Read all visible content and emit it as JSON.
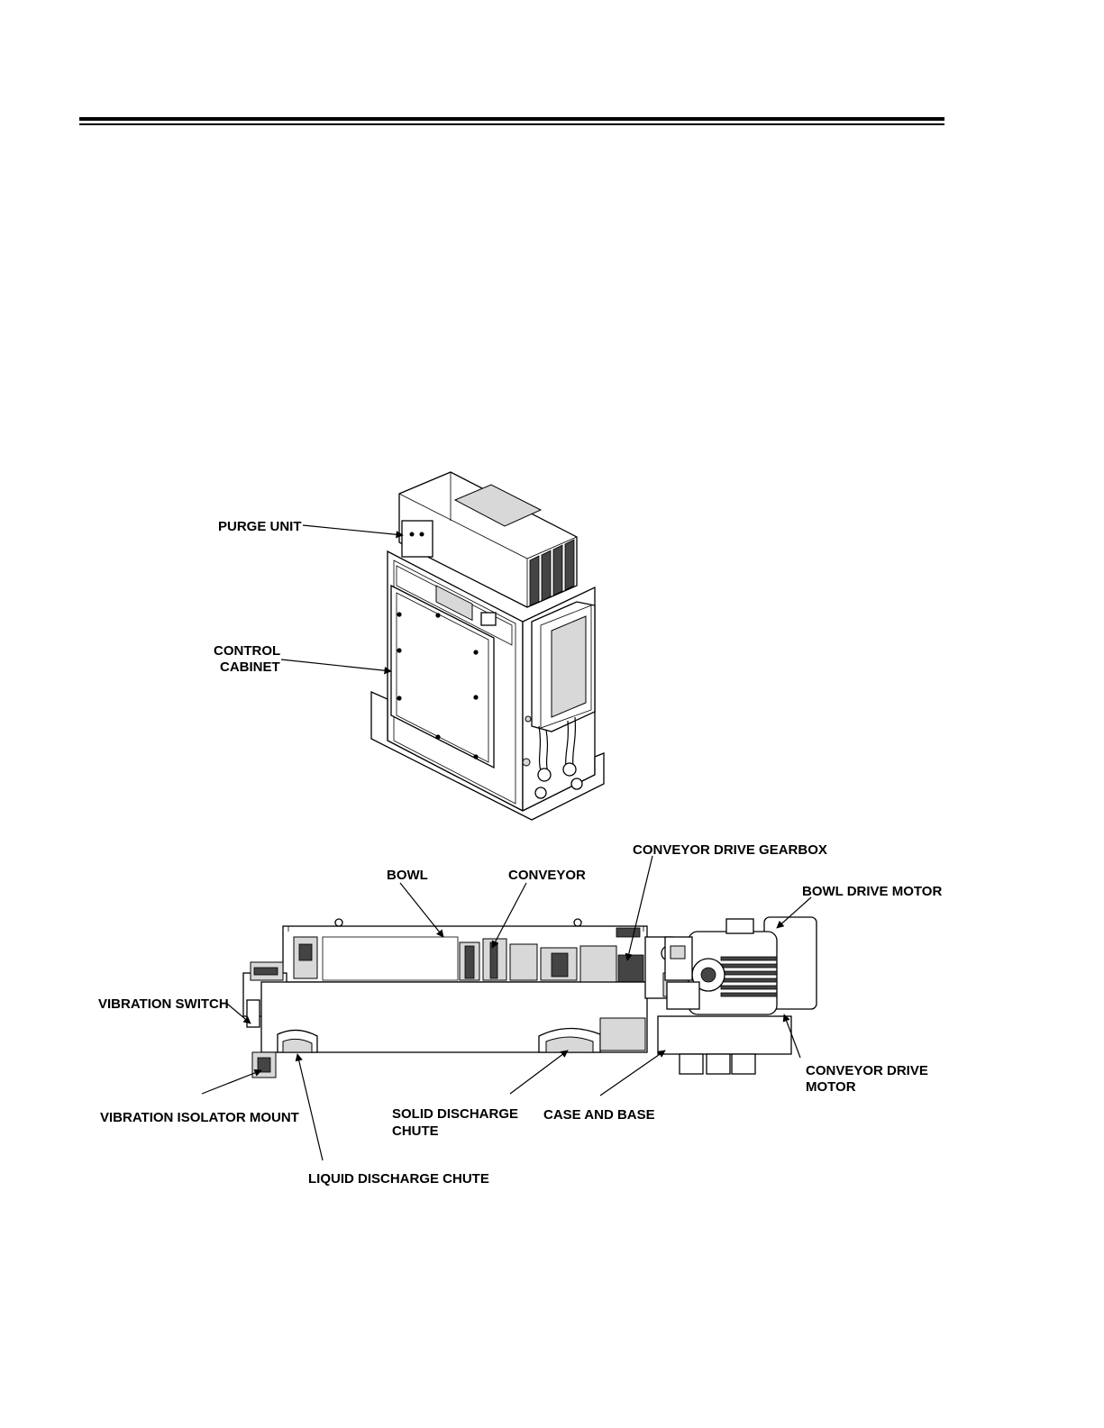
{
  "labels": {
    "purge_unit": "PURGE UNIT",
    "control_cabinet_line1": "CONTROL",
    "control_cabinet_line2": "CABINET",
    "conveyor_drive_gearbox": "CONVEYOR DRIVE GEARBOX",
    "bowl": "BOWL",
    "conveyor": "CONVEYOR",
    "bowl_drive_motor": "BOWL DRIVE MOTOR",
    "vibration_switch": "VIBRATION SWITCH",
    "conveyor_drive_motor_line1": "CONVEYOR DRIVE",
    "conveyor_drive_motor_line2": "MOTOR",
    "vibration_isolator_mount": "VIBRATION ISOLATOR MOUNT",
    "solid_discharge_chute_line1": "SOLID DISCHARGE",
    "solid_discharge_chute_line2": "CHUTE",
    "case_and_base": "CASE AND BASE",
    "liquid_discharge_chute": "LIQUID DISCHARGE CHUTE"
  }
}
